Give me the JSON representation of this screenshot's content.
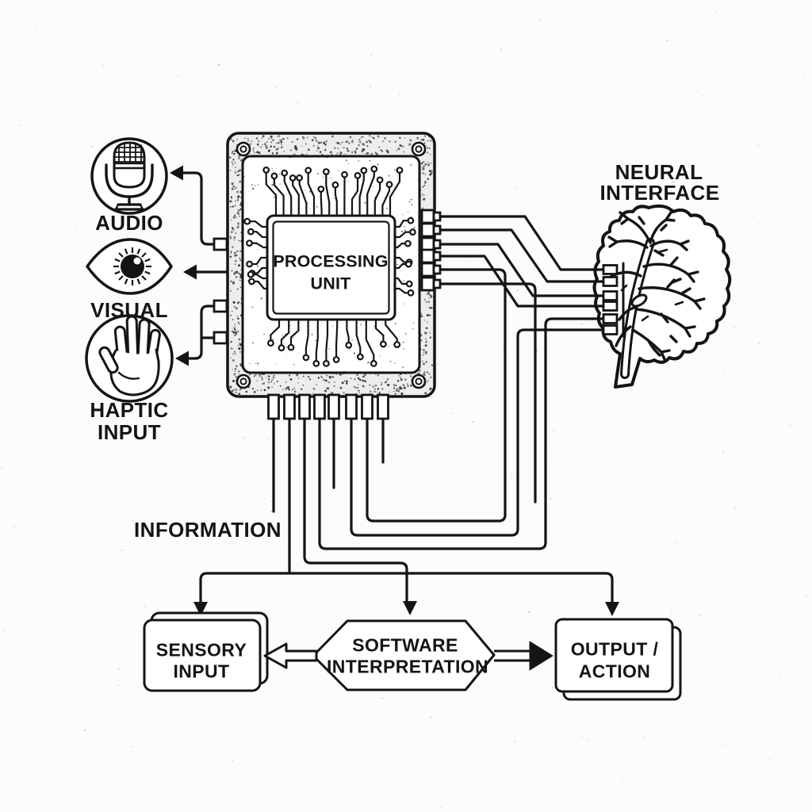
{
  "colors": {
    "line": "#141414",
    "background": "#fcfcfc",
    "chip_band": "#ededed"
  },
  "sensors": {
    "audio": {
      "label": "AUDIO",
      "icon": "microphone"
    },
    "visual": {
      "label": "VISUAL",
      "icon": "eye"
    },
    "haptic": {
      "line1": "HAPTIC",
      "line2": "INPUT",
      "icon": "hand"
    }
  },
  "processing_unit": {
    "line1": "PROCESSING",
    "line2": "UNIT",
    "icon": "circuit-chip"
  },
  "neural_interface": {
    "line1": "NEURAL",
    "line2": "INTERFACE",
    "icon": "brain-tree"
  },
  "information_label": "INFORMATION",
  "flowchart": {
    "sensory_input": {
      "line1": "SENSORY",
      "line2": "INPUT"
    },
    "software_interpretation": {
      "line1": "SOFTWARE",
      "line2": "INTERPRETATION"
    },
    "output_action": {
      "line1": "OUTPUT /",
      "line2": "ACTION"
    }
  }
}
